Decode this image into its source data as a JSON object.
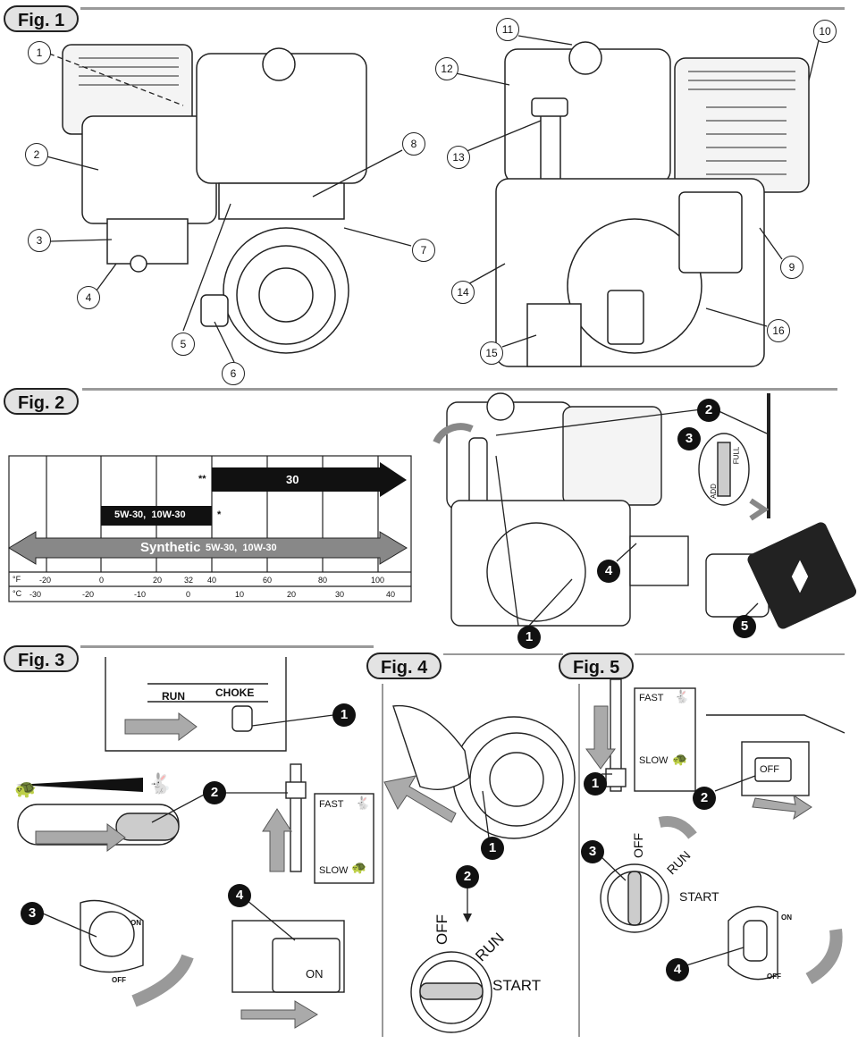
{
  "fig1": {
    "tag": "Fig. 1",
    "callouts": [
      "1",
      "2",
      "3",
      "4",
      "5",
      "6",
      "7",
      "8",
      "9",
      "10",
      "11",
      "12",
      "13",
      "14",
      "15",
      "16"
    ]
  },
  "fig2": {
    "tag": "Fig. 2",
    "oil_bars": [
      {
        "label": "30",
        "marker": "**"
      },
      {
        "label": "5W-30,  10W-30",
        "marker": "*"
      },
      {
        "label": "Synthetic",
        "sublabel": "5W-30,  10W-30"
      }
    ],
    "fahrenheit_label": "°F",
    "celsius_label": "°C",
    "fahrenheit_ticks": [
      "-20",
      "0",
      "20",
      "32",
      "40",
      "60",
      "80",
      "100"
    ],
    "celsius_ticks": [
      "-30",
      "-20",
      "-10",
      "0",
      "10",
      "20",
      "30",
      "40"
    ],
    "callouts": [
      "1",
      "2",
      "3",
      "4",
      "5"
    ],
    "dipstick_labels": {
      "add": "ADD",
      "full": "FULL"
    }
  },
  "fig3": {
    "tag": "Fig. 3",
    "run_label": "RUN",
    "choke_label": "CHOKE",
    "fast_label": "FAST",
    "slow_label": "SLOW",
    "on_label": "ON",
    "off_label": "OFF",
    "switch_on_label": "ON",
    "callouts": [
      "1",
      "2",
      "3",
      "4"
    ]
  },
  "fig4": {
    "tag": "Fig. 4",
    "key_off": "OFF",
    "key_run": "RUN",
    "key_start": "START",
    "callouts": [
      "1",
      "2"
    ]
  },
  "fig5": {
    "tag": "Fig. 5",
    "fast_label": "FAST",
    "slow_label": "SLOW",
    "switch_off_label": "OFF",
    "key_off": "OFF",
    "key_run": "RUN",
    "key_start": "START",
    "on_label": "ON",
    "off_label": "OFF",
    "callouts": [
      "1",
      "2",
      "3",
      "4"
    ]
  }
}
